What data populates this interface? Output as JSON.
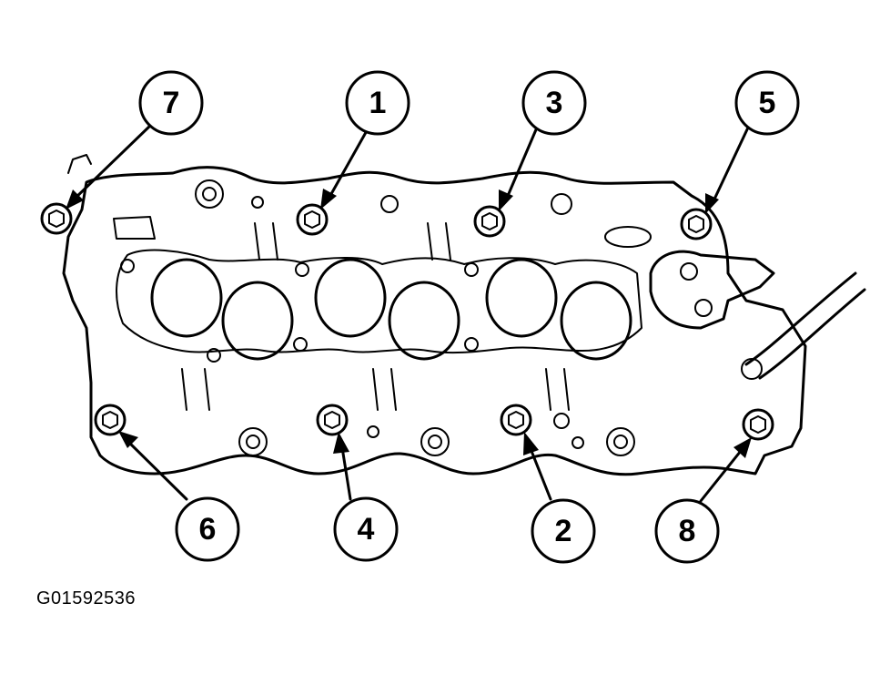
{
  "figure_id": "G01592536",
  "callouts": [
    {
      "label": "7"
    },
    {
      "label": "1"
    },
    {
      "label": "3"
    },
    {
      "label": "5"
    },
    {
      "label": "6"
    },
    {
      "label": "4"
    },
    {
      "label": "2"
    },
    {
      "label": "8"
    }
  ],
  "colors": {
    "line": "#000000",
    "background": "#ffffff"
  }
}
